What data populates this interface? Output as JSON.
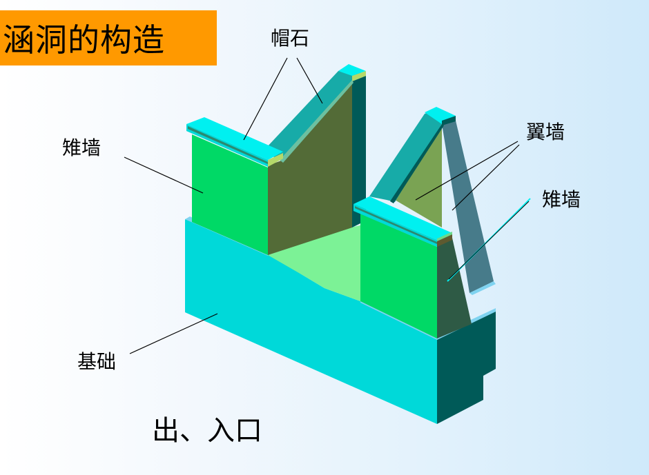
{
  "title": "涵洞的构造",
  "labels": {
    "coping": "帽石",
    "cone_wall_left": "雉墙",
    "wing_wall": "翼墙",
    "cone_wall_right": "雉墙",
    "foundation": "基础"
  },
  "caption": "出、入口",
  "colors": {
    "title_bg": "#ff9900",
    "wall_front": "#00d966",
    "wall_side_dark": "#536b37",
    "coping_top": "#00f0f0",
    "coping_side": "#17aba8",
    "foundation_front": "#00d9d9",
    "foundation_side": "#005a58",
    "floor": "#7cf296",
    "wing_wall_right": "#477b8a",
    "wing_wall_inner": "#7aa353"
  }
}
